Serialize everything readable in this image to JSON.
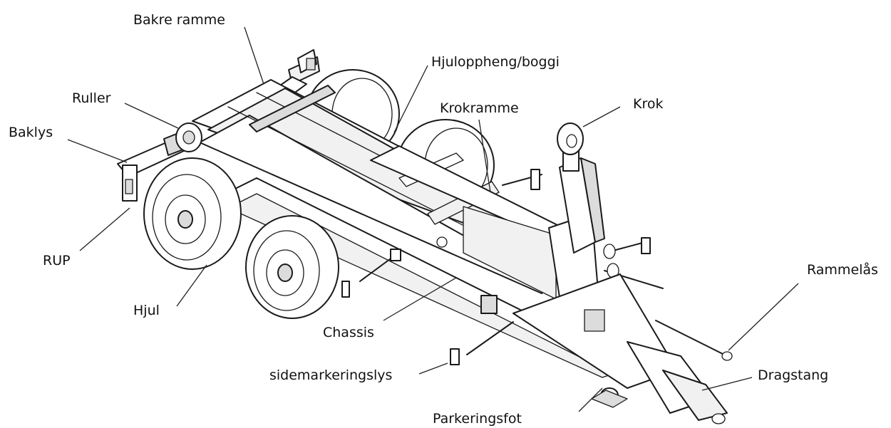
{
  "diagram": {
    "labels": {
      "bakre_ramme": "Bakre ramme",
      "hjuloppheng": "Hjuloppheng/boggi",
      "ruller": "Ruller",
      "krokramme": "Krokramme",
      "krok": "Krok",
      "baklys": "Baklys",
      "rup": "RUP",
      "rammelas": "Rammelås",
      "hjul": "Hjul",
      "chassis": "Chassis",
      "dragstang": "Dragstang",
      "sidemarkeringslys": "sidemarkeringslys",
      "parkeringsfot": "Parkeringsfot"
    }
  }
}
